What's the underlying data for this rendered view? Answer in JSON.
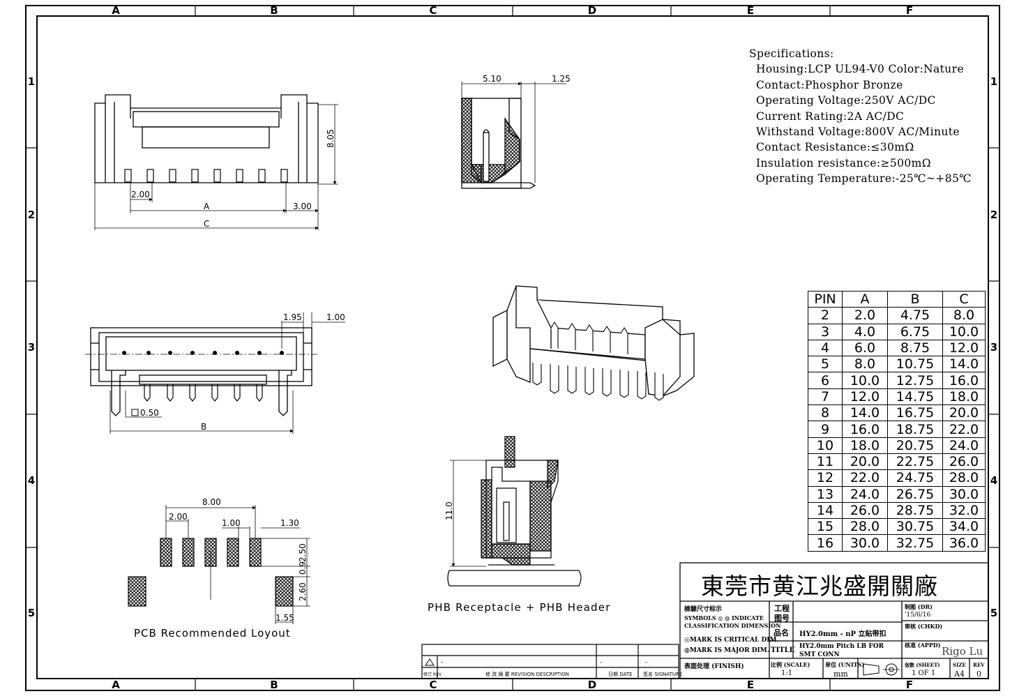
{
  "frame": {
    "column_labels": [
      "A",
      "B",
      "C",
      "D",
      "E",
      "F"
    ],
    "row_labels": [
      "1",
      "2",
      "3",
      "4",
      "5"
    ]
  },
  "top_view": {
    "dims": {
      "pitch": "2.00",
      "a": "A",
      "end": "3.00",
      "c": "C",
      "height": "8.05"
    }
  },
  "side_view": {
    "dims": {
      "depth": "5.10",
      "offset": "1.25"
    }
  },
  "bottom_view": {
    "dims": {
      "d1": "1.95",
      "d2": "1.00",
      "pin": "0.50",
      "b": "B"
    }
  },
  "pcb_layout": {
    "title": "PCB Recommended Loyout",
    "dims": {
      "span": "8.00",
      "pitch": "2.00",
      "pad_w": "1.00",
      "pad_gap": "1.30",
      "pad_h": "2.50",
      "gap2": "0.9",
      "mount_h": "2.60",
      "mount_w": "1.55"
    }
  },
  "mated_view": {
    "caption": "PHB Receptacle + PHB Header",
    "dims": {
      "height": "11.0"
    }
  },
  "specifications": {
    "heading": "Specifications:",
    "lines": [
      "Housing:LCP UL94-V0 Color:Nature",
      "Contact:Phosphor Bronze",
      "Operating Voltage:250V AC/DC",
      "Current Rating:2A AC/DC",
      "Withstand Voltage:800V AC/Minute",
      "Contact Resistance:≤30mΩ",
      "Insulation resistance:≥500mΩ",
      "Operating Temperature:-25℃~+85℃"
    ]
  },
  "pin_table": {
    "headers": [
      "PIN",
      "A",
      "B",
      "C"
    ],
    "rows": [
      [
        "2",
        "2.0",
        "4.75",
        "8.0"
      ],
      [
        "3",
        "4.0",
        "6.75",
        "10.0"
      ],
      [
        "4",
        "6.0",
        "8.75",
        "12.0"
      ],
      [
        "5",
        "8.0",
        "10.75",
        "14.0"
      ],
      [
        "6",
        "10.0",
        "12.75",
        "16.0"
      ],
      [
        "7",
        "12.0",
        "14.75",
        "18.0"
      ],
      [
        "8",
        "14.0",
        "16.75",
        "20.0"
      ],
      [
        "9",
        "16.0",
        "18.75",
        "22.0"
      ],
      [
        "10",
        "18.0",
        "20.75",
        "24.0"
      ],
      [
        "11",
        "20.0",
        "22.75",
        "26.0"
      ],
      [
        "12",
        "22.0",
        "24.75",
        "28.0"
      ],
      [
        "13",
        "24.0",
        "26.75",
        "30.0"
      ],
      [
        "14",
        "26.0",
        "28.75",
        "32.0"
      ],
      [
        "15",
        "28.0",
        "30.75",
        "34.0"
      ],
      [
        "16",
        "30.0",
        "32.75",
        "36.0"
      ]
    ]
  },
  "title_block": {
    "company": "東莞市黄江兆盛開關廠",
    "symbols_label": "檢驗尺寸标示",
    "symbols_line1": "SYMBOLS ◎ ◍ INDICATE",
    "symbols_line2": "CLASSIFICATION DIMENSION",
    "critical": "◎MARK IS CRITICAL DIM.",
    "major": "◍MARK IS MAJOR DIM.",
    "finish_label": "表面处理 (FINISH)",
    "project_label_1": "工程",
    "project_label_2": "图号",
    "name_label": "品名",
    "name_value": "HY2.0mm - nP 立贴带扣",
    "title_label": "TITLE",
    "title_value_1": "HY2.0mm Pitch LB FOR",
    "title_value_2": "SMT CONN",
    "scale_label": "比例 (SCALE)",
    "scale_value": "1:1",
    "units_label": "单位 (UNITS)",
    "units_value": "mm",
    "drawn_label": "制图 (DR)",
    "drawn_date": "'15/6/16",
    "checked_label": "审核 (CHKD)",
    "approved_label": "核准 (APPD)",
    "approved_value": "Rigo Lu",
    "sheet_label": "张数 (SHEET)",
    "sheet_value": "1 OF 1",
    "size_label": "SIZE",
    "size_value": "A4",
    "rev_label": "REV",
    "rev_value": "0"
  },
  "revision_block": {
    "dash1": "-",
    "dash2": "-",
    "dash3": "-",
    "rev_col": "修订 REV",
    "desc_col": "修 改 摘 要 REVISION DESCRIPTION",
    "date_col": "日期 DATE",
    "sig_col": "签名 SIGNATURE"
  }
}
